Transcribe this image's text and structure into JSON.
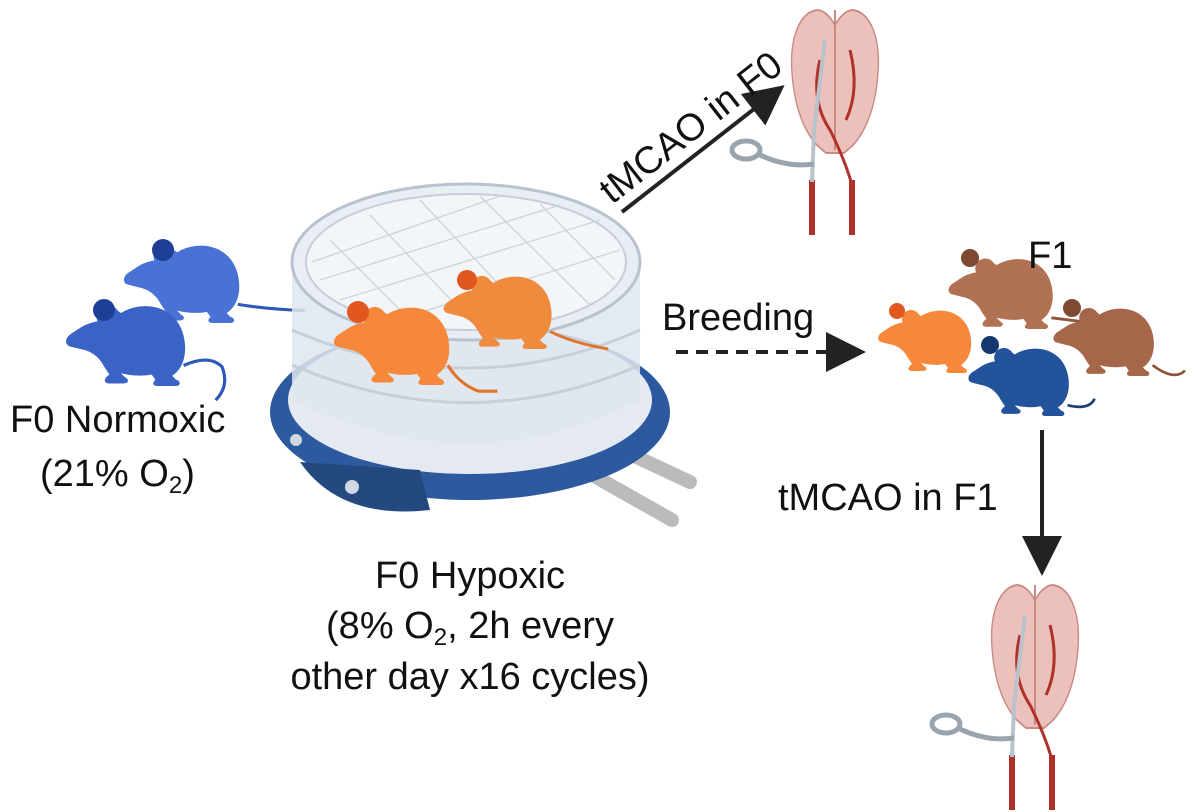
{
  "labels": {
    "normoxic_title": "F0 Normoxic",
    "normoxic_o2_prefix": "(21% O",
    "normoxic_o2_sub": "2",
    "normoxic_o2_suffix": ")",
    "hypoxic_title": "F0 Hypoxic",
    "hypoxic_line2_prefix": "(8% O",
    "hypoxic_line2_sub": "2",
    "hypoxic_line2_suffix": ", 2h every",
    "hypoxic_line3": "other day x16 cycles)",
    "breeding": "Breeding",
    "f1": "F1",
    "tmcao_f0": "tMCAO in F0",
    "tmcao_f1": "tMCAO in F1"
  },
  "colors": {
    "normoxic_mouse": "#3f67c9",
    "hypoxic_mouse": "#f5883a",
    "f1_brown_mouse": "#a9694c",
    "f1_blue_mouse": "#23539b",
    "chamber_ring": "#2d5a9e",
    "brain": "#e8b9b4",
    "artery": "#b0302a",
    "arrow": "#222222"
  },
  "icons": [
    "mouse-icon",
    "hypoxia-chamber-icon",
    "brain-icon",
    "suture-clip-icon",
    "arrow-icon"
  ]
}
